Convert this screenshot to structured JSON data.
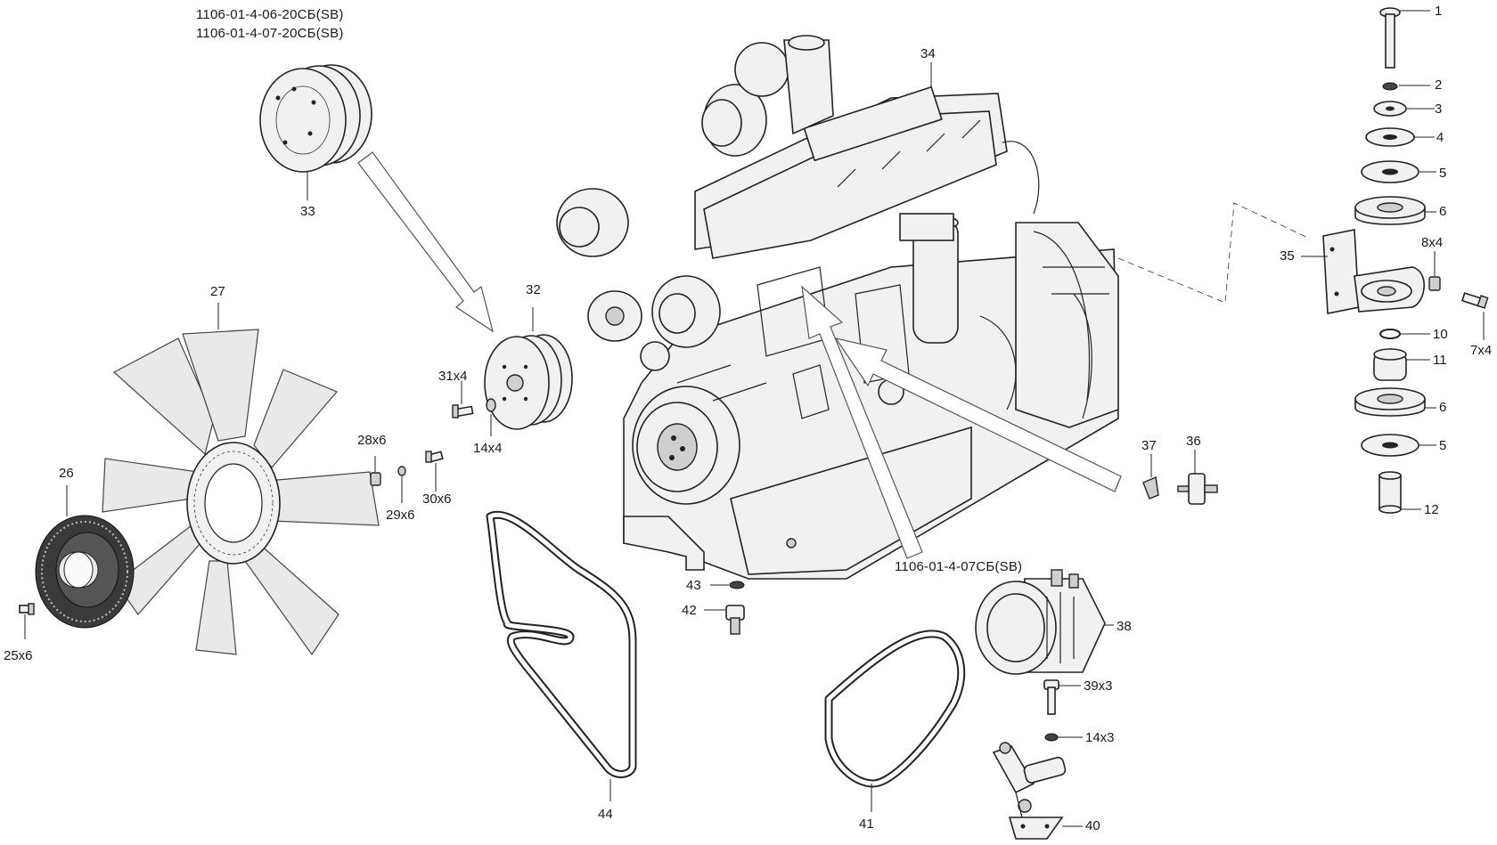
{
  "captions": {
    "top_left_1": "1106-01-4-06-20СБ(SB)",
    "top_left_2": "1106-01-4-07-20СБ(SB)",
    "bottom_mid": "1106-01-4-07СБ(SB)"
  },
  "callouts": {
    "c1": "1",
    "c2": "2",
    "c3": "3",
    "c4": "4",
    "c5a": "5",
    "c6a": "6",
    "c8x4": "8x4",
    "c35": "35",
    "c7x4": "7x4",
    "c10": "10",
    "c11": "11",
    "c6b": "6",
    "c5b": "5",
    "c12": "12",
    "c34": "34",
    "c33": "33",
    "c32": "32",
    "c27": "27",
    "c26": "26",
    "c31x4": "31x4",
    "c14x4": "14x4",
    "c28x6": "28x6",
    "c29x6": "29x6",
    "c30x6": "30x6",
    "c25x6": "25x6",
    "c37": "37",
    "c36": "36",
    "c43": "43",
    "c42": "42",
    "c38": "38",
    "c39x3": "39x3",
    "c14x3": "14x3",
    "c44": "44",
    "c41": "41",
    "c40": "40"
  }
}
